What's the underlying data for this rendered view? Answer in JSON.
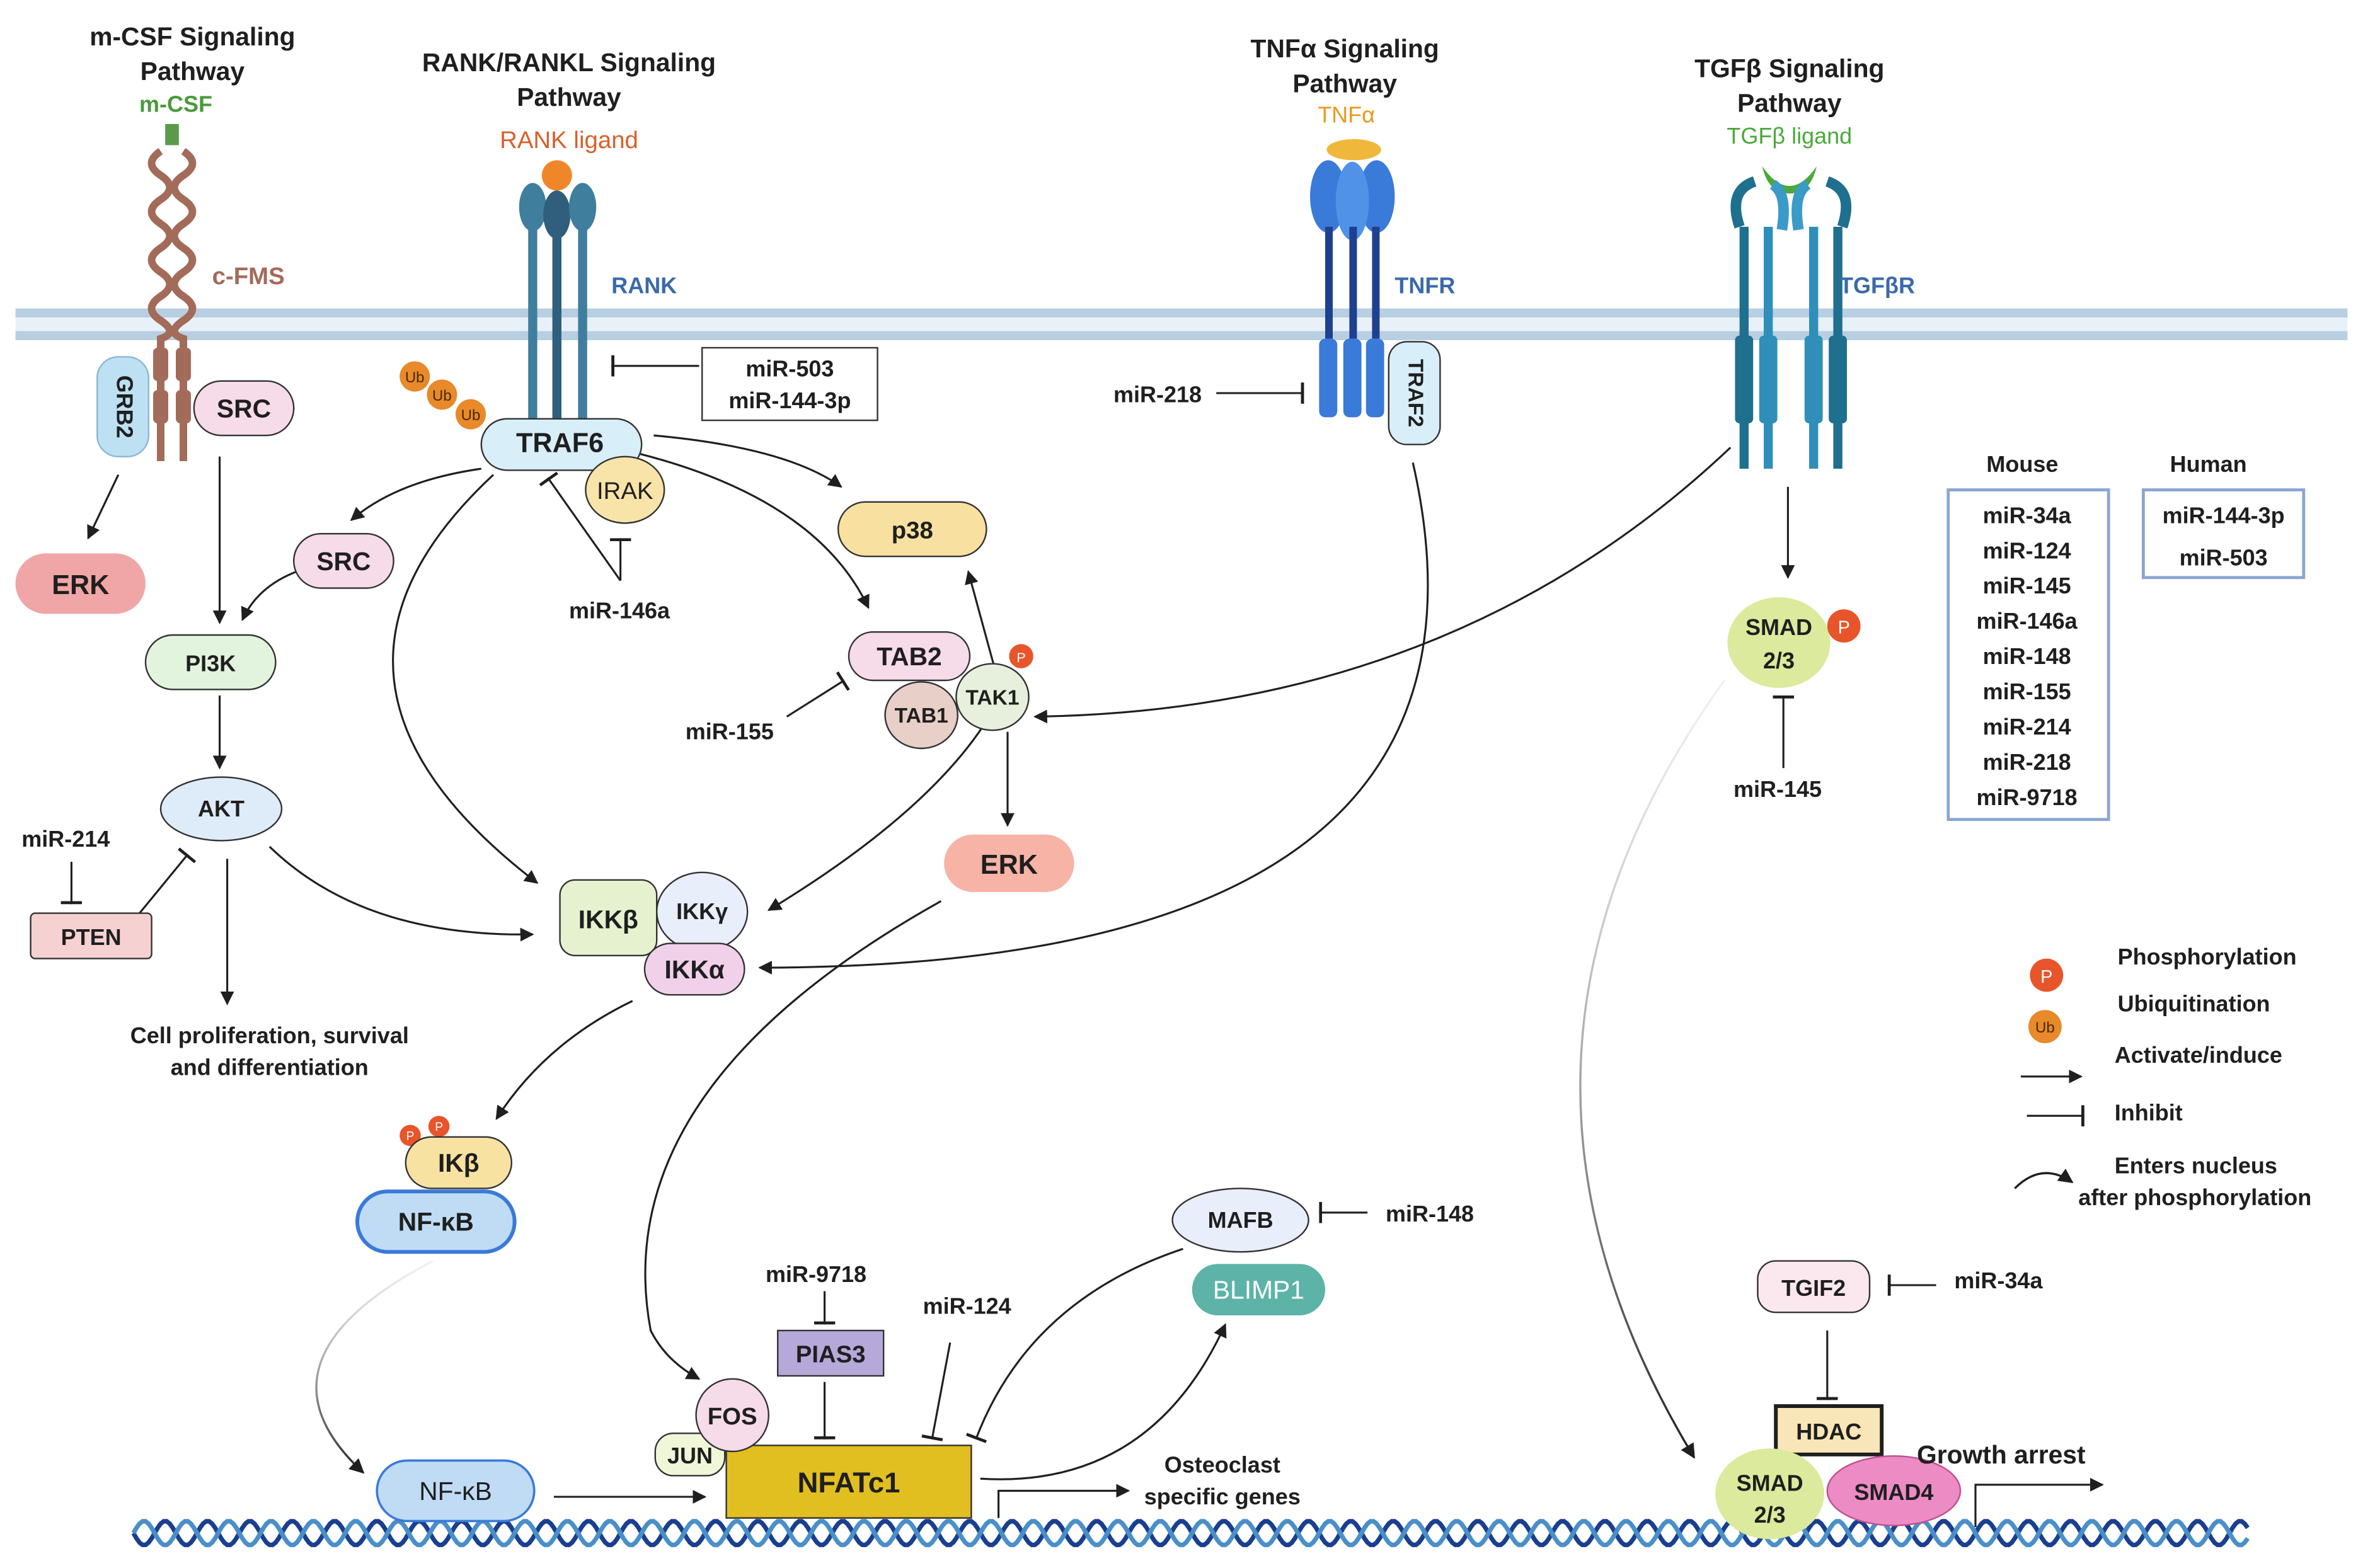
{
  "pathways": {
    "mcsf_title": "m-CSF Signaling",
    "mcsf_title2": "Pathway",
    "rank_title": "RANK/RANKL Signaling",
    "rank_title2": "Pathway",
    "tnf_title": "TNFα Signaling",
    "tnf_title2": "Pathway",
    "tgf_title": "TGFβ Signaling",
    "tgf_title2": "Pathway"
  },
  "ligands": {
    "mcsf": "m-CSF",
    "rankl": "RANK ligand",
    "tnfa": "TNFα",
    "tgfb": "TGFβ ligand"
  },
  "receptors": {
    "cfms": "c-FMS",
    "rank": "RANK",
    "tnfr": "TNFR",
    "tgfbr": "TGFβR"
  },
  "nodes": {
    "grb2": "GRB2",
    "src1": "SRC",
    "erk1": "ERK",
    "pi3k": "PI3K",
    "akt": "AKT",
    "pten": "PTEN",
    "src2": "SRC",
    "traf6": "TRAF6",
    "irak": "IRAK",
    "p38": "p38",
    "tab2": "TAB2",
    "tab1": "TAB1",
    "tak1": "TAK1",
    "erk2": "ERK",
    "ikkb": "IKKβ",
    "ikkg": "IKKγ",
    "ikka": "IKKα",
    "ikb": "IKβ",
    "nfkb1": "NF-κB",
    "nfkb2": "NF-κB",
    "traf2": "TRAF2",
    "smad23a": "SMAD",
    "smad23a2": "2/3",
    "tgif2": "TGIF2",
    "hdac": "HDAC",
    "smad23b": "SMAD",
    "smad23b2": "2/3",
    "smad4": "SMAD4",
    "mafb": "MAFB",
    "blimp1": "BLIMP1",
    "pias3": "PIAS3",
    "fos": "FOS",
    "jun": "JUN",
    "nfatc1": "NFATc1",
    "ub": "Ub",
    "p": "P"
  },
  "mirs": {
    "mir503": "miR-503",
    "mir144": "miR-144-3p",
    "mir218": "miR-218",
    "mir146a": "miR-146a",
    "mir155": "miR-155",
    "mir214": "miR-214",
    "mir145": "miR-145",
    "mir9718": "miR-9718",
    "mir124": "miR-124",
    "mir148": "miR-148",
    "mir34a": "miR-34a"
  },
  "labels": {
    "cell_prolif": "Cell proliferation, survival",
    "cell_prolif2": "and differentiation",
    "osteo": "Osteoclast",
    "osteo2": "specific genes",
    "growth": "Growth arrest"
  },
  "species": {
    "mouse_title": "Mouse",
    "human_title": "Human",
    "mouse": [
      "miR-34a",
      "miR-124",
      "miR-145",
      "miR-146a",
      "miR-148",
      "miR-155",
      "miR-214",
      "miR-218",
      "miR-9718"
    ],
    "human": [
      "miR-144-3p",
      "miR-503"
    ]
  },
  "legend": {
    "phos": "Phosphorylation",
    "ubiq": "Ubiquitination",
    "act": "Activate/induce",
    "inh": "Inhibit",
    "enter1": "Enters nucleus",
    "enter2": "after phosphorylation"
  },
  "colors": {
    "membrane": "#bfd4e6",
    "receptor_rank": "#3f7e9c",
    "receptor_tnf": "#2f6fc5",
    "receptor_tgf": "#1f6f8f",
    "cfms": "#a36b5a",
    "phospho": "#e8552a",
    "ub": "#e8892a",
    "nfatc1": "#e2bf20",
    "dna": "#1a3f8f"
  }
}
